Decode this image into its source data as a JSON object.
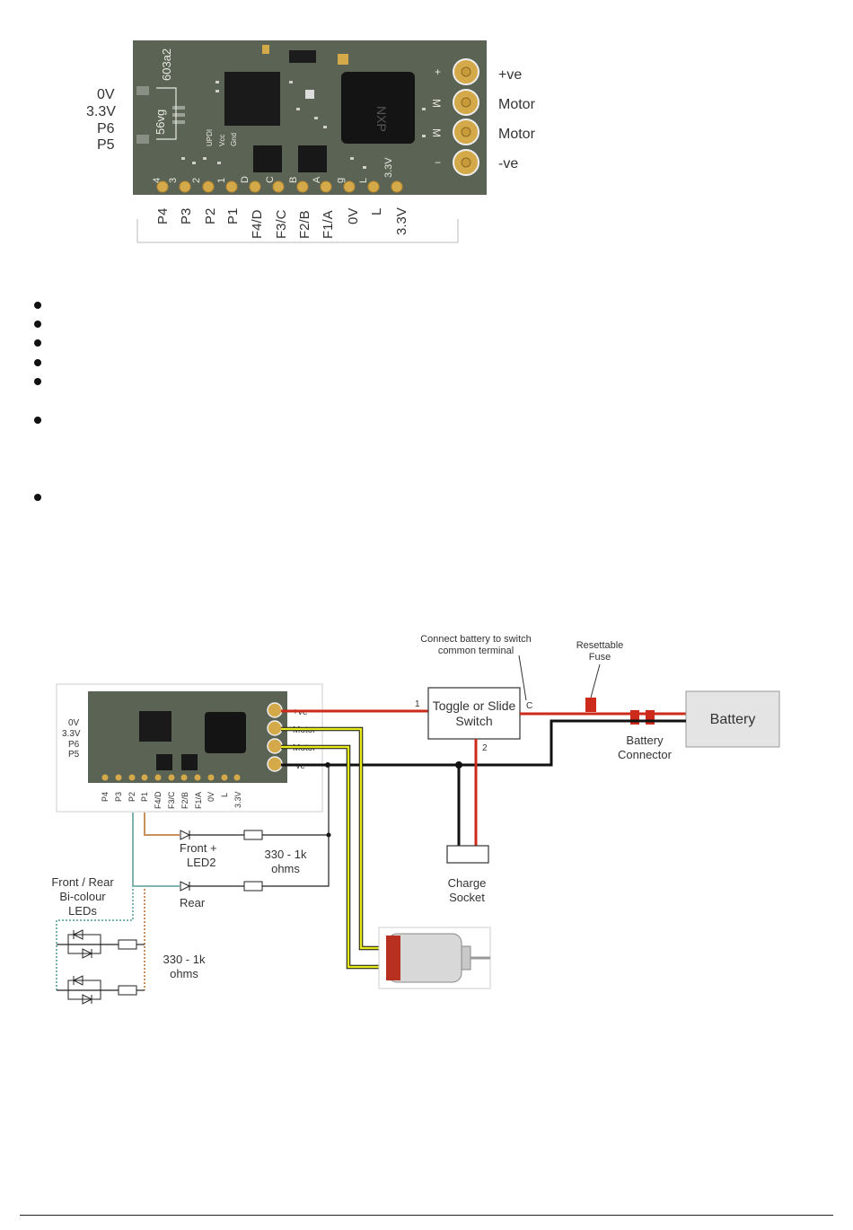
{
  "board_top": {
    "side_labels": [
      "0V",
      "3.3V",
      "P6",
      "P5"
    ],
    "pad_labels": [
      "P4",
      "P3",
      "P2",
      "P1",
      "F4/D",
      "F3/C",
      "F2/B",
      "F1/A",
      "0V",
      "L",
      "3.3V"
    ],
    "motor_labels": [
      "+ve",
      "Motor",
      "Motor",
      "-ve"
    ],
    "pad_marks_right": [
      "+",
      "M",
      "M",
      "−"
    ],
    "silkscreen": {
      "chip_id": "603a2",
      "code": "56vg",
      "updi": "UPDI",
      "vcc": "Vcc",
      "gnd": "Gnd",
      "logo": "NXP",
      "pin_letters": [
        "4",
        "3",
        "2",
        "1",
        "D",
        "C",
        "B",
        "A",
        "g",
        "L",
        "3.3V"
      ]
    }
  },
  "bullet_count": 7,
  "wiring": {
    "board_side_labels": [
      "0V",
      "3.3V",
      "P6",
      "P5"
    ],
    "board_pad_labels": [
      "P4",
      "P3",
      "P2",
      "P1",
      "F4/D",
      "F3/C",
      "F2/B",
      "F1/A",
      "0V",
      "L",
      "3.3V"
    ],
    "board_out_labels": [
      "+ve",
      "Motor",
      "Motor",
      "-ve"
    ],
    "switch_note_line1": "Connect battery to switch",
    "switch_note_line2": "common terminal",
    "fuse_line1": "Resettable",
    "fuse_line2": "Fuse",
    "switch_line1": "Toggle or Slide",
    "switch_line2": "Switch",
    "switch_pin_1": "1",
    "switch_pin_c": "C",
    "switch_pin_2": "2",
    "battery": "Battery",
    "connector_line1": "Battery",
    "connector_line2": "Connector",
    "charge_line1": "Charge",
    "charge_line2": "Socket",
    "front_line1": "Front +",
    "front_line2": "LED2",
    "rear": "Rear",
    "res1_line1": "330 - 1k",
    "res1_line2": "ohms",
    "bicolour_line1": "Front / Rear",
    "bicolour_line2": "Bi-colour",
    "bicolour_line3": "LEDs",
    "res2_line1": "330 - 1k",
    "res2_line2": "ohms"
  },
  "colors": {
    "pcb": "#5b6355",
    "pad_gold": "#d4a94a",
    "wire_red": "#cc2a1a",
    "wire_black": "#111111",
    "wire_yellow": "#e6ea1e",
    "wire_brown": "#c8905a",
    "wire_teal": "#7fb3b0"
  }
}
